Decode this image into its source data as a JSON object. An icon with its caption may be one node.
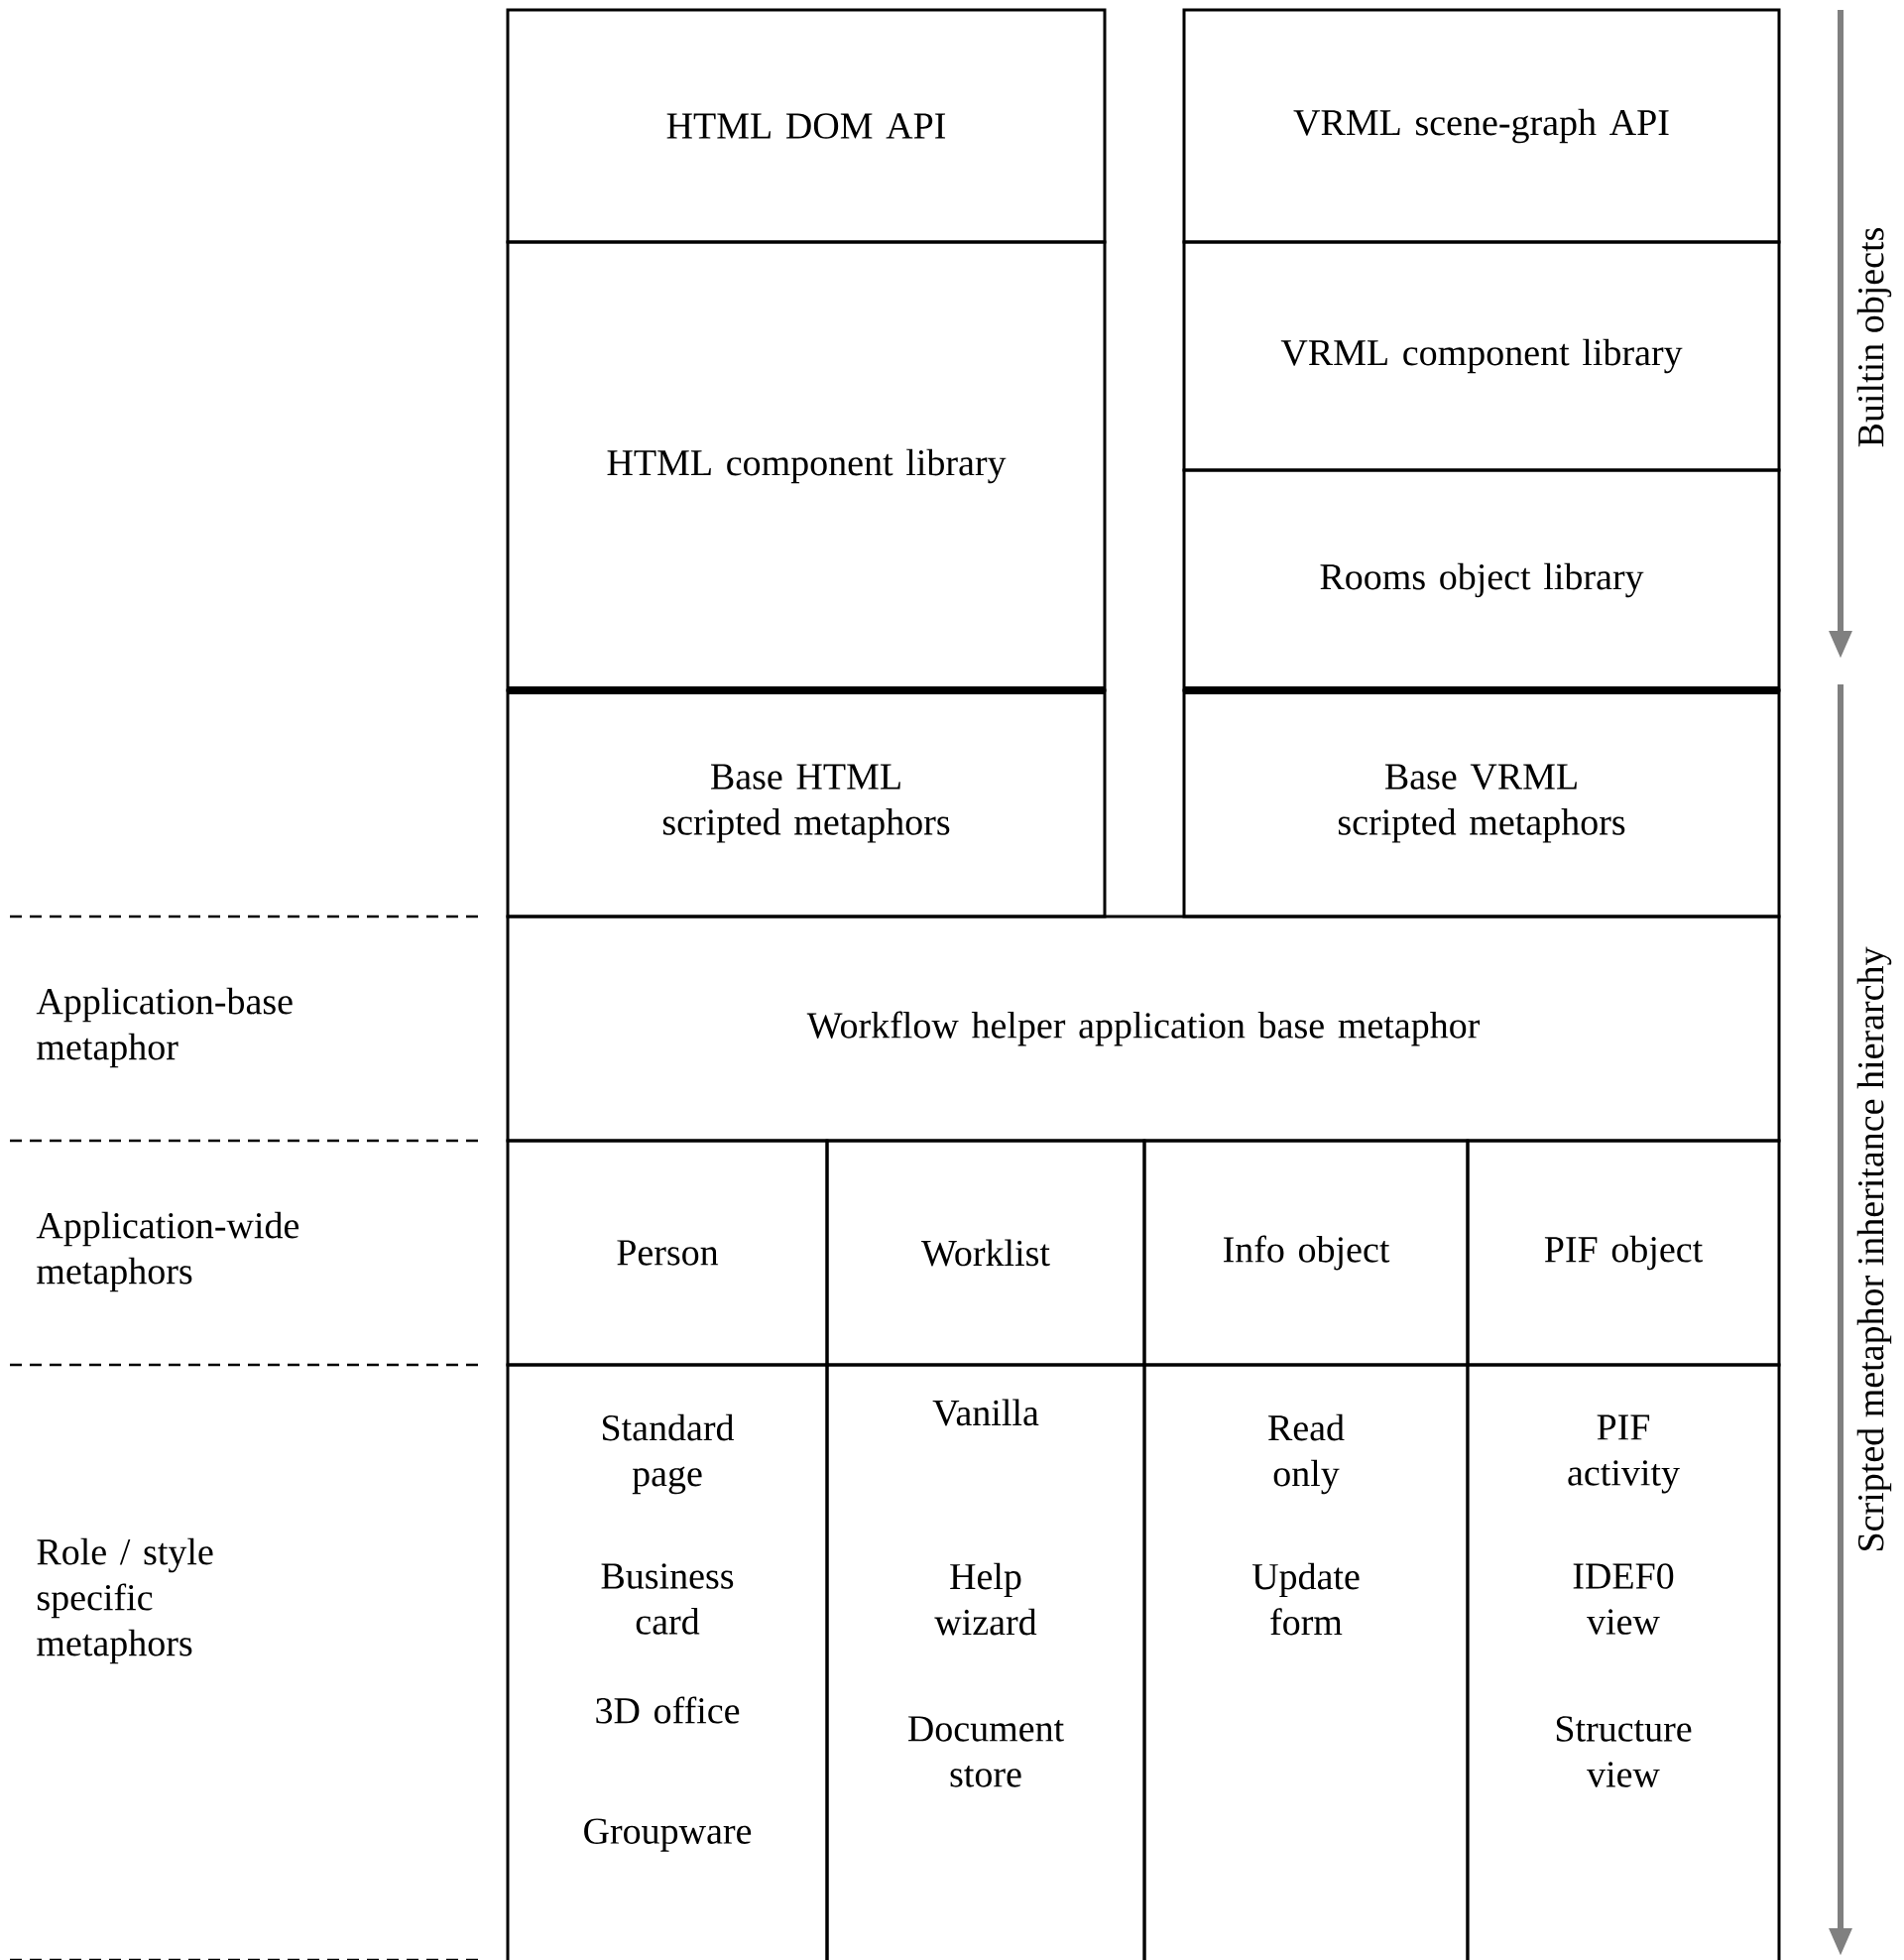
{
  "diagram": {
    "nodes": [
      {
        "text": [
          "HTML DOM API"
        ]
      },
      {
        "text": [
          "HTML component library"
        ]
      },
      {
        "text": [
          "Base HTML scripted metaphors"
        ]
      },
      {
        "text": [
          "VRML scene-graph API"
        ]
      },
      {
        "text": [
          "VRML component library"
        ]
      },
      {
        "text": [
          "Rooms object library"
        ]
      },
      {
        "text": [
          "Base VRML scripted metaphors"
        ]
      },
      {
        "text": [
          "Workflow helper application base metaphor"
        ]
      },
      {
        "text": [
          "Person"
        ]
      },
      {
        "text": [
          "Worklist"
        ]
      },
      {
        "text": [
          "Info object"
        ]
      },
      {
        "text": [
          "PIF object"
        ]
      },
      {
        "text": [
          "Standard page",
          "Business card",
          "3D office",
          "Groupware"
        ]
      },
      {
        "text": [
          "Vanilla",
          "Help wizard",
          "Document store"
        ]
      },
      {
        "text": [
          "Read only",
          "Update form"
        ]
      },
      {
        "text": [
          "PIF activity",
          "IDEF0 view",
          "Structure view"
        ]
      }
    ],
    "labels": [
      "Builtin objects",
      "Application-base metaphor",
      "Application-wide metaphors",
      "Role / style specific metaphors",
      "Scripted metaphor inheritance hierarchy"
    ]
  }
}
